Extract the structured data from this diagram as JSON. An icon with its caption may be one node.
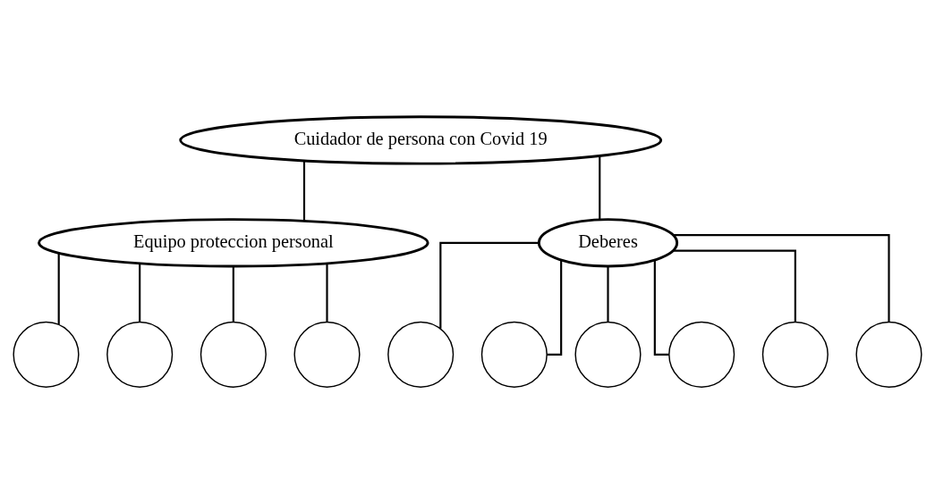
{
  "diagram": {
    "nodes": [
      {
        "text": [
          "Cuidador de persona con Covid 19"
        ]
      },
      {
        "text": [
          "Equipo proteccion personal"
        ]
      },
      {
        "text": [
          "Deberes"
        ]
      },
      {
        "text": [],
        "shape": "circle"
      },
      {
        "text": [],
        "shape": "circle"
      },
      {
        "text": [],
        "shape": "circle"
      },
      {
        "text": [],
        "shape": "circle"
      },
      {
        "text": [],
        "shape": "circle"
      },
      {
        "text": [],
        "shape": "circle"
      },
      {
        "text": [],
        "shape": "circle"
      },
      {
        "text": [],
        "shape": "circle"
      },
      {
        "text": [],
        "shape": "circle"
      },
      {
        "text": [],
        "shape": "circle"
      }
    ],
    "edges": [
      {
        "from": 0,
        "to": 1,
        "arrow": "none"
      },
      {
        "from": 0,
        "to": 2,
        "arrow": "none"
      },
      {
        "from": 1,
        "to": 3,
        "arrow": "none"
      },
      {
        "from": 1,
        "to": 4,
        "arrow": "none"
      },
      {
        "from": 1,
        "to": 5,
        "arrow": "none"
      },
      {
        "from": 1,
        "to": 6,
        "arrow": "none"
      },
      {
        "from": 2,
        "to": 7,
        "arrow": "none"
      },
      {
        "from": 2,
        "to": 8,
        "arrow": "none"
      },
      {
        "from": 2,
        "to": 9,
        "arrow": "none"
      },
      {
        "from": 2,
        "to": 10,
        "arrow": "none"
      },
      {
        "from": 2,
        "to": 11,
        "arrow": "none"
      },
      {
        "from": 2,
        "to": 12,
        "arrow": "none"
      }
    ]
  }
}
